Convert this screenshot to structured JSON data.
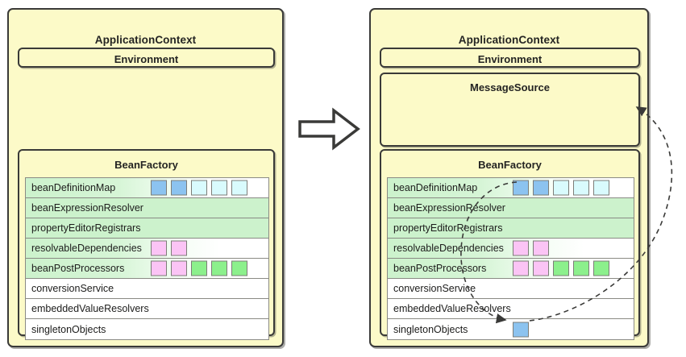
{
  "diagram": {
    "title": "Spring ApplicationContext refresh: BeanFactory and MessageSource",
    "background": "#ffffff",
    "panel_fill": "#fcfac8",
    "panel_stroke": "#3a3a38",
    "row_green": "#ccf2cc",
    "row_white": "#ffffff",
    "cell_blue": "#8cc3f0",
    "cell_lightblue": "#d9fbfd",
    "cell_pink": "#fbc4f5",
    "cell_green": "#8cf08c"
  },
  "left_panel": {
    "name": "left-application-context",
    "title": "ApplicationContext",
    "environment": {
      "title": "Environment"
    },
    "bean_factory": {
      "title": "BeanFactory",
      "rows": [
        {
          "label": "beanDefinitionMap",
          "style": "grad",
          "cells": [
            "blue",
            "blue",
            "lightblue",
            "lightblue",
            "lightblue"
          ]
        },
        {
          "label": "beanExpressionResolver",
          "style": "solid",
          "cells": []
        },
        {
          "label": "propertyEditorRegistrars",
          "style": "solid",
          "cells": []
        },
        {
          "label": "resolvableDependencies",
          "style": "grad",
          "cells": [
            "pink",
            "pink"
          ]
        },
        {
          "label": "beanPostProcessors",
          "style": "grad",
          "cells": [
            "pink",
            "pink",
            "green",
            "green",
            "green"
          ]
        },
        {
          "label": "conversionService",
          "style": "plain",
          "cells": []
        },
        {
          "label": "embeddedValueResolvers",
          "style": "plain",
          "cells": []
        },
        {
          "label": "singletonObjects",
          "style": "plain",
          "cells": []
        }
      ]
    }
  },
  "transition": {
    "name": "transition-arrow",
    "shape": "block-arrow-right",
    "fill": "#ffffff",
    "stroke": "#3a3a38"
  },
  "right_panel": {
    "name": "right-application-context",
    "title": "ApplicationContext",
    "environment": {
      "title": "Environment"
    },
    "message_source": {
      "title": "MessageSource"
    },
    "bean_factory": {
      "title": "BeanFactory",
      "rows": [
        {
          "label": "beanDefinitionMap",
          "style": "grad",
          "cells": [
            "blue",
            "blue",
            "lightblue",
            "lightblue",
            "lightblue"
          ]
        },
        {
          "label": "beanExpressionResolver",
          "style": "solid",
          "cells": []
        },
        {
          "label": "propertyEditorRegistrars",
          "style": "solid",
          "cells": []
        },
        {
          "label": "resolvableDependencies",
          "style": "grad",
          "cells": [
            "pink",
            "pink"
          ]
        },
        {
          "label": "beanPostProcessors",
          "style": "grad",
          "cells": [
            "pink",
            "pink",
            "green",
            "green",
            "green"
          ]
        },
        {
          "label": "conversionService",
          "style": "plain",
          "cells": []
        },
        {
          "label": "embeddedValueResolvers",
          "style": "plain",
          "cells": []
        },
        {
          "label": "singletonObjects",
          "style": "plain",
          "cells": [
            "blue"
          ]
        }
      ]
    },
    "flows": [
      {
        "name": "flow-definition-to-singleton",
        "from": "beanDefinitionMap first bean definition",
        "to": "singletonObjects instance",
        "style": "dashed-curve-arrow"
      },
      {
        "name": "flow-singleton-to-messagesource",
        "from": "singletonObjects instance",
        "to": "MessageSource",
        "style": "dashed-curve-arrow"
      }
    ]
  }
}
